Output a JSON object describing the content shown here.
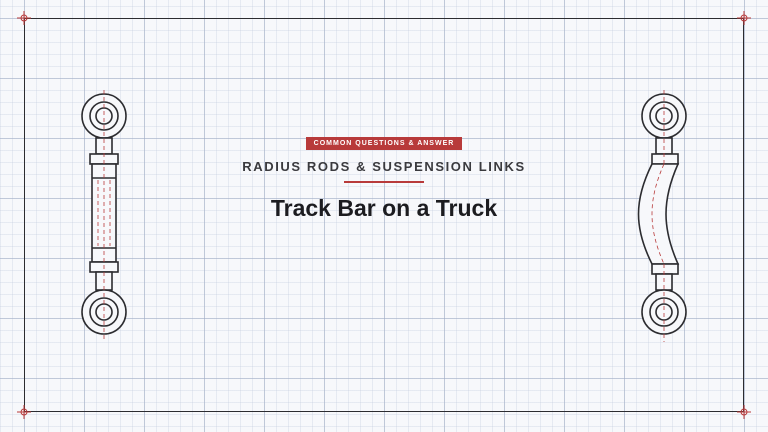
{
  "badge": {
    "label": "COMMON QUESTIONS & ANSWER"
  },
  "header": {
    "section": "RADIUS RODS & SUSPENSION LINKS"
  },
  "title": {
    "main": "Track Bar on a Truck"
  },
  "colors": {
    "accent": "#b83a3a",
    "ink": "#2c2c30",
    "grid": "#a0acc4",
    "background": "#f7f8fb"
  },
  "icons": {
    "left_link": "straight-adjustable-link-icon",
    "right_link": "curved-track-bar-icon",
    "corner_marks": "registration-mark-icon"
  }
}
